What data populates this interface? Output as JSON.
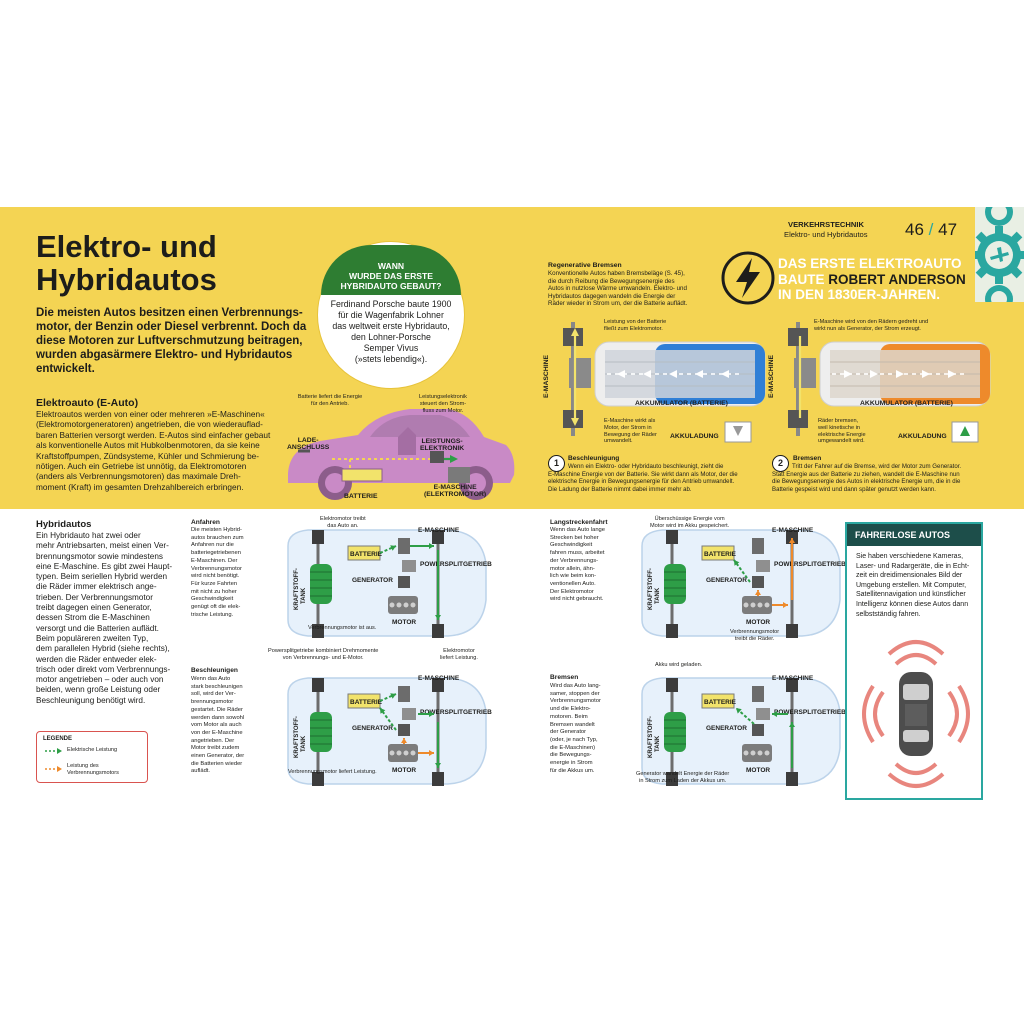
{
  "header": {
    "category": "VERKEHRSTECHNIK",
    "subtitle": "Elektro- und Hybridautos",
    "page_left": "46",
    "page_sep": "/",
    "page_right": "47"
  },
  "title_line1": "Elektro- und",
  "title_line2": "Hybridautos",
  "intro_lines": [
    "Die meisten Autos besitzen einen Verbrennungs-",
    "motor, der Benzin oder Diesel verbrennt. Doch da",
    "diese Motoren zur Luftverschmutzung beitragen,",
    "wurden abgasärmere Elektro- und Hybridautos",
    "entwickelt."
  ],
  "question": {
    "q_lines": [
      "WANN",
      "WURDE DAS ERSTE",
      "HYBRIDAUTO GEBAUT?"
    ],
    "a_lines": [
      "Ferdinand Porsche baute 1900",
      "für die Wagenfabrik Lohner",
      "das weltweit erste Hybridauto,",
      "den Lohner-Porsche",
      "Semper Vivus",
      "(»stets lebendig«)."
    ]
  },
  "eauto": {
    "heading": "Elektroauto (E-Auto)",
    "lines": [
      "Elektroautos werden von einer oder mehreren »E-Maschinen«",
      "(Elektromotorgeneratoren) angetrieben, die von wiederauflad-",
      "baren Batterien versorgt werden. E-Autos sind einfacher gebaut",
      "als konventionelle Autos mit Hubkolbenmotoren, da sie keine",
      "Kraftstoffpumpen, Zündsysteme, Kühler und Schmierung be-",
      "nötigen. Auch ein Getriebe ist unnötig, da Elektromotoren",
      "(anders als Verbrennungsmotoren) das maximale Dreh-",
      "moment (Kraft) im gesamten Drehzahlbereich erbringen."
    ],
    "callout_battery": [
      "Batterie liefert die Energie",
      "für den Antrieb."
    ],
    "callout_elec": [
      "Leistungselektronik",
      "steuert den Strom-",
      "fluss zum Motor."
    ],
    "label_ladeanschluss": [
      "LADE-",
      "ANSCHLUSS"
    ],
    "label_leistungselektronik": [
      "LEISTUNGS-",
      "ELEKTRONIK"
    ],
    "label_batterie": "BATTERIE",
    "label_emaschine": [
      "E-MASCHINE",
      "(ELEKTROMOTOR)"
    ]
  },
  "regen": {
    "heading": "Regenerative Bremsen",
    "lines": [
      "Konventionelle Autos haben Bremsbeläge (S. 45),",
      "die durch Reibung die Bewegungsenergie des",
      "Autos in nutzlose Wärme umwandeln. Elektro- und",
      "Hybridautos dagegen wandeln die Energie der",
      "Räder wieder in Strom um, der die Batterie auflädt."
    ],
    "callout_1a": [
      "Leistung von der Batterie",
      "fließt zum Elektromotor."
    ],
    "callout_1b": [
      "E-Maschine wirkt als",
      "Motor, der Strom in",
      "Bewegung der Räder",
      "umwandelt."
    ],
    "callout_2a": [
      "E-Maschine wird von den Rädern gedreht und",
      "wirkt nun als Generator, der Strom erzeugt."
    ],
    "callout_2b": [
      "Räder bremsen,",
      "weil kinetische in",
      "elektrische Energie",
      "umgewandelt wird."
    ],
    "label_emaschine": "E-MASCHINE",
    "label_akku": "AKKUMULATOR (BATTERIE)",
    "label_akkuladung": "AKKULADUNG",
    "step1_num": "1",
    "step1_title": "Beschleunigung",
    "step1_lines": [
      "Wenn ein Elektro- oder Hybridauto beschleunigt, zieht die",
      "E-Maschine Energie von der Batterie. Sie wirkt dann als Motor, der die",
      "elektrische Energie in Bewegungsenergie für den Antrieb umwandelt.",
      "Die Ladung der Batterie nimmt dabei immer mehr ab."
    ],
    "step2_num": "2",
    "step2_title": "Bremsen",
    "step2_lines": [
      "Tritt der Fahrer auf die Bremse, wird der Motor zum Generator.",
      "Statt Energie aus der Batterie zu ziehen, wandelt die E-Maschine nun",
      "die Bewegungsenergie des Autos in elektrische Energie um, die in die",
      "Batterie gespeist wird und dann später genutzt werden kann."
    ]
  },
  "fact": {
    "line1": "DAS ERSTE ELEKTROAUTO",
    "line2_a": "BAUTE ",
    "line2_b": "ROBERT ANDERSON",
    "line3": "IN DEN 1830ER-JAHREN."
  },
  "hybrid": {
    "heading": "Hybridautos",
    "lines": [
      "Ein Hybridauto hat zwei oder",
      "mehr Antriebsarten, meist einen Ver-",
      "brennungsmotor sowie mindestens",
      "eine E-Maschine. Es gibt zwei Haupt-",
      "typen. Beim seriellen Hybrid werden",
      "die Räder immer elektrisch ange-",
      "trieben. Der Verbrennungsmotor",
      "treibt dagegen einen Generator,",
      "dessen Strom die E-Maschinen",
      "versorgt und die Batterien auflädt.",
      "Beim populäreren zweiten Typ,",
      "dem parallelen Hybrid (siehe rechts),",
      "werden die Räder entweder elek-",
      "trisch oder direkt vom Verbrennungs-",
      "motor angetrieben – oder auch von",
      "beiden, wenn große Leistung oder",
      "Beschleunigung benötigt wird."
    ]
  },
  "legend": {
    "title": "LEGENDE",
    "item1": "Elektrische Leistung",
    "item2_lines": [
      "Leistung des",
      "Verbrennungsmotors"
    ]
  },
  "diagram_labels": {
    "batterie": "BATTERIE",
    "emaschine": "E-MASCHINE",
    "powersplit": "POWERSPLITGETRIEBE",
    "generator": "GENERATOR",
    "motor": "MOTOR",
    "tank": [
      "KRAFTSTOFF-",
      "TANK"
    ]
  },
  "panels": [
    {
      "title": "Anfahren",
      "lines": [
        "Die meisten Hybrid-",
        "autos brauchen zum",
        "Anfahren nur die",
        "batteriegetriebenen",
        "E-Maschinen. Der",
        "Verbrennungsmotor",
        "wird nicht benötigt.",
        "Für kurze Fahrten",
        "mit nicht zu hoher",
        "Geschwindigkeit",
        "genügt oft die elek-",
        "trische Leistung."
      ],
      "note_top": [
        "Elektromotor treibt",
        "das Auto an."
      ],
      "note_bottom": [
        "Verbrennungsmotor ist aus."
      ]
    },
    {
      "title": "Beschleunigen",
      "lines": [
        "Wenn das Auto",
        "stark beschleunigen",
        "soll, wird der Ver-",
        "brennungsmotor",
        "gestartet. Die Räder",
        "werden dann sowohl",
        "vom Motor als auch",
        "von der E-Maschine",
        "angetrieben. Der",
        "Motor treibt zudem",
        "einen Generator, der",
        "die Batterien wieder",
        "auflädt."
      ],
      "note_top": [
        "Powersplitgetriebe kombiniert Drehmomente",
        "von Verbrennungs- und E-Motor."
      ],
      "note_top2": [
        "Elektromotor",
        "liefert Leistung."
      ],
      "note_bottom": [
        "Verbrennungsmotor liefert Leistung."
      ]
    },
    {
      "title": "Langstreckenfahrt",
      "lines": [
        "Wenn das Auto lange",
        "Strecken bei hoher",
        "Geschwindigkeit",
        "fahren muss, arbeitet",
        "der Verbrennungs-",
        "motor allein, ähn-",
        "lich wie beim kon-",
        "ventionellen Auto.",
        "Der Elektromotor",
        "wird nicht gebraucht."
      ],
      "note_top": [
        "Überschüssige Energie vom",
        "Motor wird im Akku gespeichert."
      ],
      "note_bottom": [
        "Verbrennungsmotor",
        "treibt die Räder."
      ]
    },
    {
      "title": "Bremsen",
      "lines": [
        "Wird das Auto lang-",
        "samer, stoppen der",
        "Verbrennungsmotor",
        "und die Elektro-",
        "motoren. Beim",
        "Bremsen wandelt",
        "der Generator",
        "(oder, je nach Typ,",
        "die E-Maschinen)",
        "die Bewegungs-",
        "energie in Strom",
        "für die Akkus um."
      ],
      "note_top": [
        "Akku wird geladen."
      ],
      "note_bottom": [
        "Generator wandelt Energie der Räder",
        "in Strom zum Laden der Akkus um."
      ]
    }
  ],
  "sidebar": {
    "title": "FAHRERLOSE AUTOS",
    "lines": [
      "Sie haben verschiedene Kameras,",
      "Laser- und Radargeräte, die in Echt-",
      "zeit ein dreidimensionales Bild der",
      "Umgebung erstellen. Mit Computer,",
      "Satellitennavigation und künstlicher",
      "Intelligenz können diese Autos dann",
      "selbstständig fahren."
    ]
  },
  "colors": {
    "band": "#f4d453",
    "green": "#2e9e47",
    "orange": "#ee8a2b",
    "teal": "#2aa7a0",
    "car_pink": "#c98ac6",
    "blue": "#2f7fd6"
  }
}
